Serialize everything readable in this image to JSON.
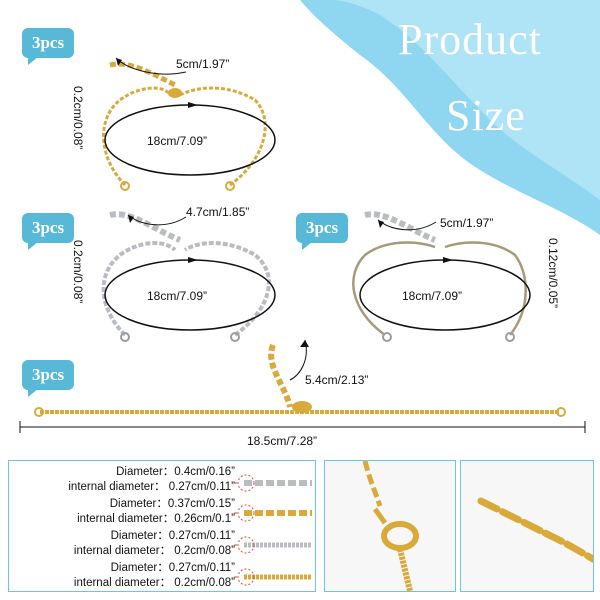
{
  "title": {
    "line1": "Product",
    "line2": "Size"
  },
  "badges": [
    "3pcs",
    "3pcs",
    "3pcs",
    "3pcs"
  ],
  "gold_bracelet": {
    "extender": "5cm/1.97”",
    "length": "18cm/7.09”",
    "width": "0.2cm/0.08”"
  },
  "silver_bracelet": {
    "extender": "4.7cm/1.85”",
    "length": "18cm/7.09”",
    "width": "0.2cm/0.08”"
  },
  "box_bracelet": {
    "extender": "5cm/1.97”",
    "length": "18cm/7.09”",
    "width": "0.12cm/0.05”"
  },
  "long_chain": {
    "extender": "5.4cm/2.13”",
    "length": "18.5cm/7.28”"
  },
  "specs": [
    {
      "diameter": "Diameter：0.4cm/0.16”",
      "internal": "internal diameter： 0.27cm/0.11”"
    },
    {
      "diameter": "Diameter：0.37cm/0.15”",
      "internal": "internal diameter：0.26cm/0.1”"
    },
    {
      "diameter": "Diameter：0.27cm/0.11”",
      "internal": "internal diameter： 0.2cm/0.08”"
    },
    {
      "diameter": "Diameter：0.27cm/0.11”",
      "internal": "internal diameter： 0.2cm/0.08”"
    }
  ],
  "colors": {
    "badge": "#57b8d8",
    "wave": "#7fd0ec",
    "gold": "#d9a93a",
    "silver": "#b9bcc2",
    "panel_border": "#6ec5e0",
    "marker": "#e24a2b"
  }
}
